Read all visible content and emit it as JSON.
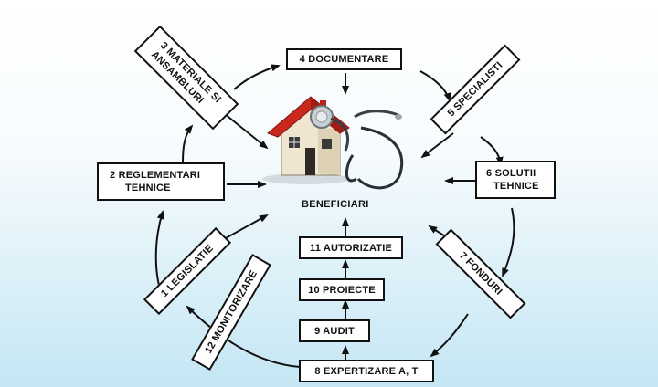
{
  "center": {
    "label": "BENEFICIARI",
    "illustration": "house-with-stethoscope-icon"
  },
  "steps": [
    {
      "id": 1,
      "label": "1  LEGISLATIE"
    },
    {
      "id": 2,
      "line1": "2  REGLEMENTARI",
      "line2": "TEHNICE"
    },
    {
      "id": 3,
      "line1": "3  MATERIALE SI",
      "line2": "ANSAMBLURI"
    },
    {
      "id": 4,
      "label": "4  DOCUMENTARE"
    },
    {
      "id": 5,
      "label": "5  SPECIALISTI"
    },
    {
      "id": 6,
      "line1": "6  SOLUTII",
      "line2": "TEHNICE"
    },
    {
      "id": 7,
      "label": "7  FONDURI"
    },
    {
      "id": 8,
      "label": "8  EXPERTIZARE A, T"
    },
    {
      "id": 9,
      "label": "9  AUDIT"
    },
    {
      "id": 10,
      "label": "10  PROIECTE"
    },
    {
      "id": 11,
      "label": "11  AUTORIZATIE"
    },
    {
      "id": 12,
      "label": "12  MONITORIZARE"
    }
  ],
  "colors": {
    "roof": "#c8281e",
    "wall": "#f1e9d8",
    "line": "#111111",
    "stethoscope": "#9aa3ab"
  }
}
